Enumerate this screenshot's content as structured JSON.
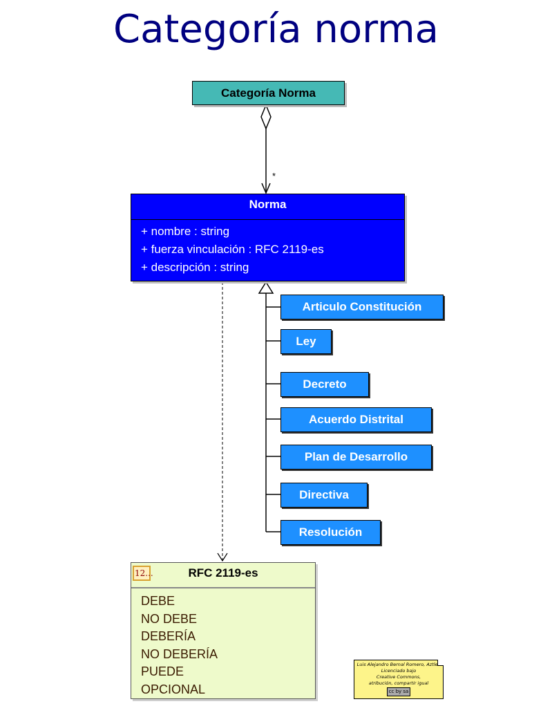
{
  "title": "Categoría norma",
  "classes": {
    "categoria": {
      "name": "Categoría Norma",
      "color": "#45b9b5"
    },
    "norma": {
      "name": "Norma",
      "color": "#0000ff",
      "attributes": [
        "+ nombre : string",
        "+ fuerza vinculación : RFC 2119-es",
        "+ descripción : string"
      ]
    }
  },
  "association": {
    "multiplicity": "*",
    "type": "aggregation"
  },
  "subclasses": {
    "color": "#1e90ff",
    "items": [
      {
        "label": "Articulo Constitución"
      },
      {
        "label": "Ley"
      },
      {
        "label": "Decreto"
      },
      {
        "label": "Acuerdo Distrital"
      },
      {
        "label": "Plan de Desarrollo"
      },
      {
        "label": "Directiva"
      },
      {
        "label": "Resolución"
      }
    ]
  },
  "enumeration": {
    "name": "RFC 2119-es",
    "icon_label": "12...",
    "color": "#eefacb",
    "literals": [
      "DEBE",
      "NO DEBE",
      "DEBERÍA",
      "NO DEBERÍA",
      "PUEDE",
      "OPCIONAL"
    ]
  },
  "note": {
    "lines": [
      "Luis Alejandro Bernal Romero, Aztlek",
      "Licenciado bajo",
      "Creative Commons,",
      "atribución, compartir igual"
    ],
    "badge": "cc by sa"
  }
}
